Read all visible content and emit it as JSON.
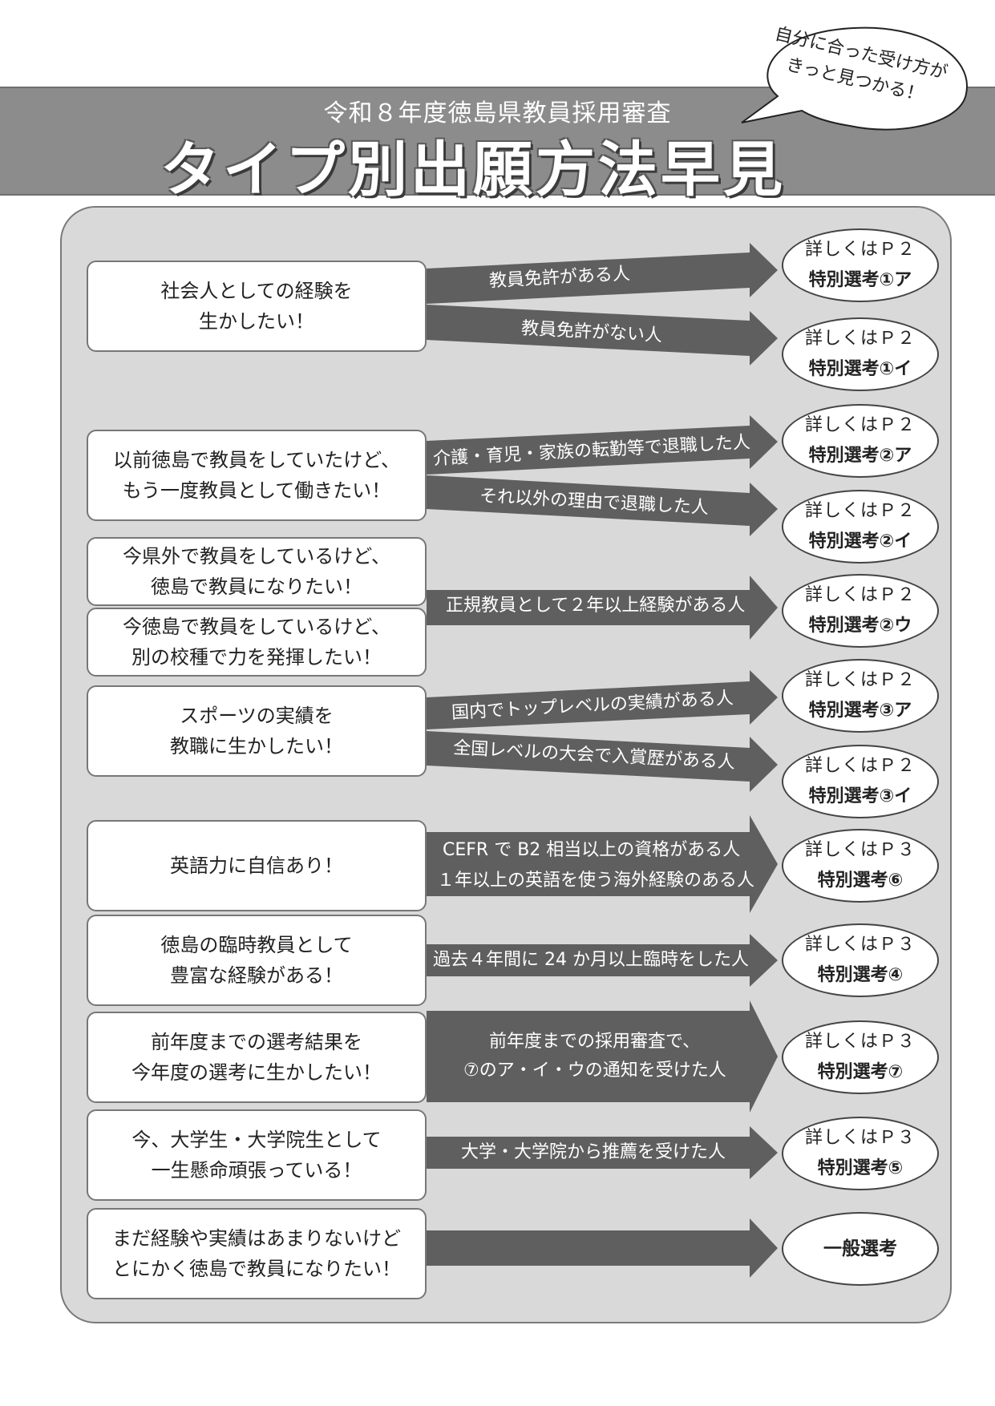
{
  "header": {
    "subtitle": "令和８年度徳島県教員採用審査",
    "title": "タイプ別出願方法早見表",
    "bubble": "自分に合った受け方が\nきっと見つかる！",
    "banner_color": "#8c8c8c"
  },
  "colors": {
    "arrow": "#5f5f5f",
    "panel": "#d9d9d9"
  },
  "situations": [
    "社会人としての経験を\n生かしたい！",
    "以前徳島で教員をしていたけど、\nもう一度教員として働きたい！",
    "今県外で教員をしているけど、\n徳島で教員になりたい！",
    "今徳島で教員をしているけど、\n別の校種で力を発揮したい！",
    "スポーツの実績を\n教職に生かしたい！",
    "英語力に自信あり！",
    "徳島の臨時教員として\n豊富な経験がある！",
    "前年度までの選考結果を\n今年度の選考に生かしたい！",
    "今、大学生・大学院生として\n一生懸命頑張っている！",
    "まだ経験や実績はあまりないけど\nとにかく徳島で教員になりたい！"
  ],
  "arrow_labels": [
    "教員免許がある人",
    "教員免許がない人",
    "介護・育児・家族の転勤等で退職した人",
    "それ以外の理由で退職した人",
    "正規教員として２年以上経験がある人",
    "国内でトップレベルの実績がある人",
    "全国レベルの大会で入賞歴がある人",
    "CEFR で B2 相当以上の資格がある人",
    "１年以上の英語を使う海外経験のある人",
    "過去４年間に 24 か月以上臨時をした人",
    "前年度までの採用審査で、",
    "⑦のア・イ・ウの通知を受けた人",
    "大学・大学院から推薦を受けた人"
  ],
  "destinations": [
    {
      "ref": "詳しくはＰ２",
      "sel": "特別選考①ア"
    },
    {
      "ref": "詳しくはＰ２",
      "sel": "特別選考①イ"
    },
    {
      "ref": "詳しくはＰ２",
      "sel": "特別選考②ア"
    },
    {
      "ref": "詳しくはＰ２",
      "sel": "特別選考②イ"
    },
    {
      "ref": "詳しくはＰ２",
      "sel": "特別選考②ウ"
    },
    {
      "ref": "詳しくはＰ２",
      "sel": "特別選考③ア"
    },
    {
      "ref": "詳しくはＰ２",
      "sel": "特別選考③イ"
    },
    {
      "ref": "詳しくはＰ３",
      "sel": "特別選考⑥"
    },
    {
      "ref": "詳しくはＰ３",
      "sel": "特別選考④"
    },
    {
      "ref": "詳しくはＰ３",
      "sel": "特別選考⑦"
    },
    {
      "ref": "詳しくはＰ３",
      "sel": "特別選考⑤"
    },
    {
      "ref": "",
      "sel": "一般選考"
    }
  ]
}
